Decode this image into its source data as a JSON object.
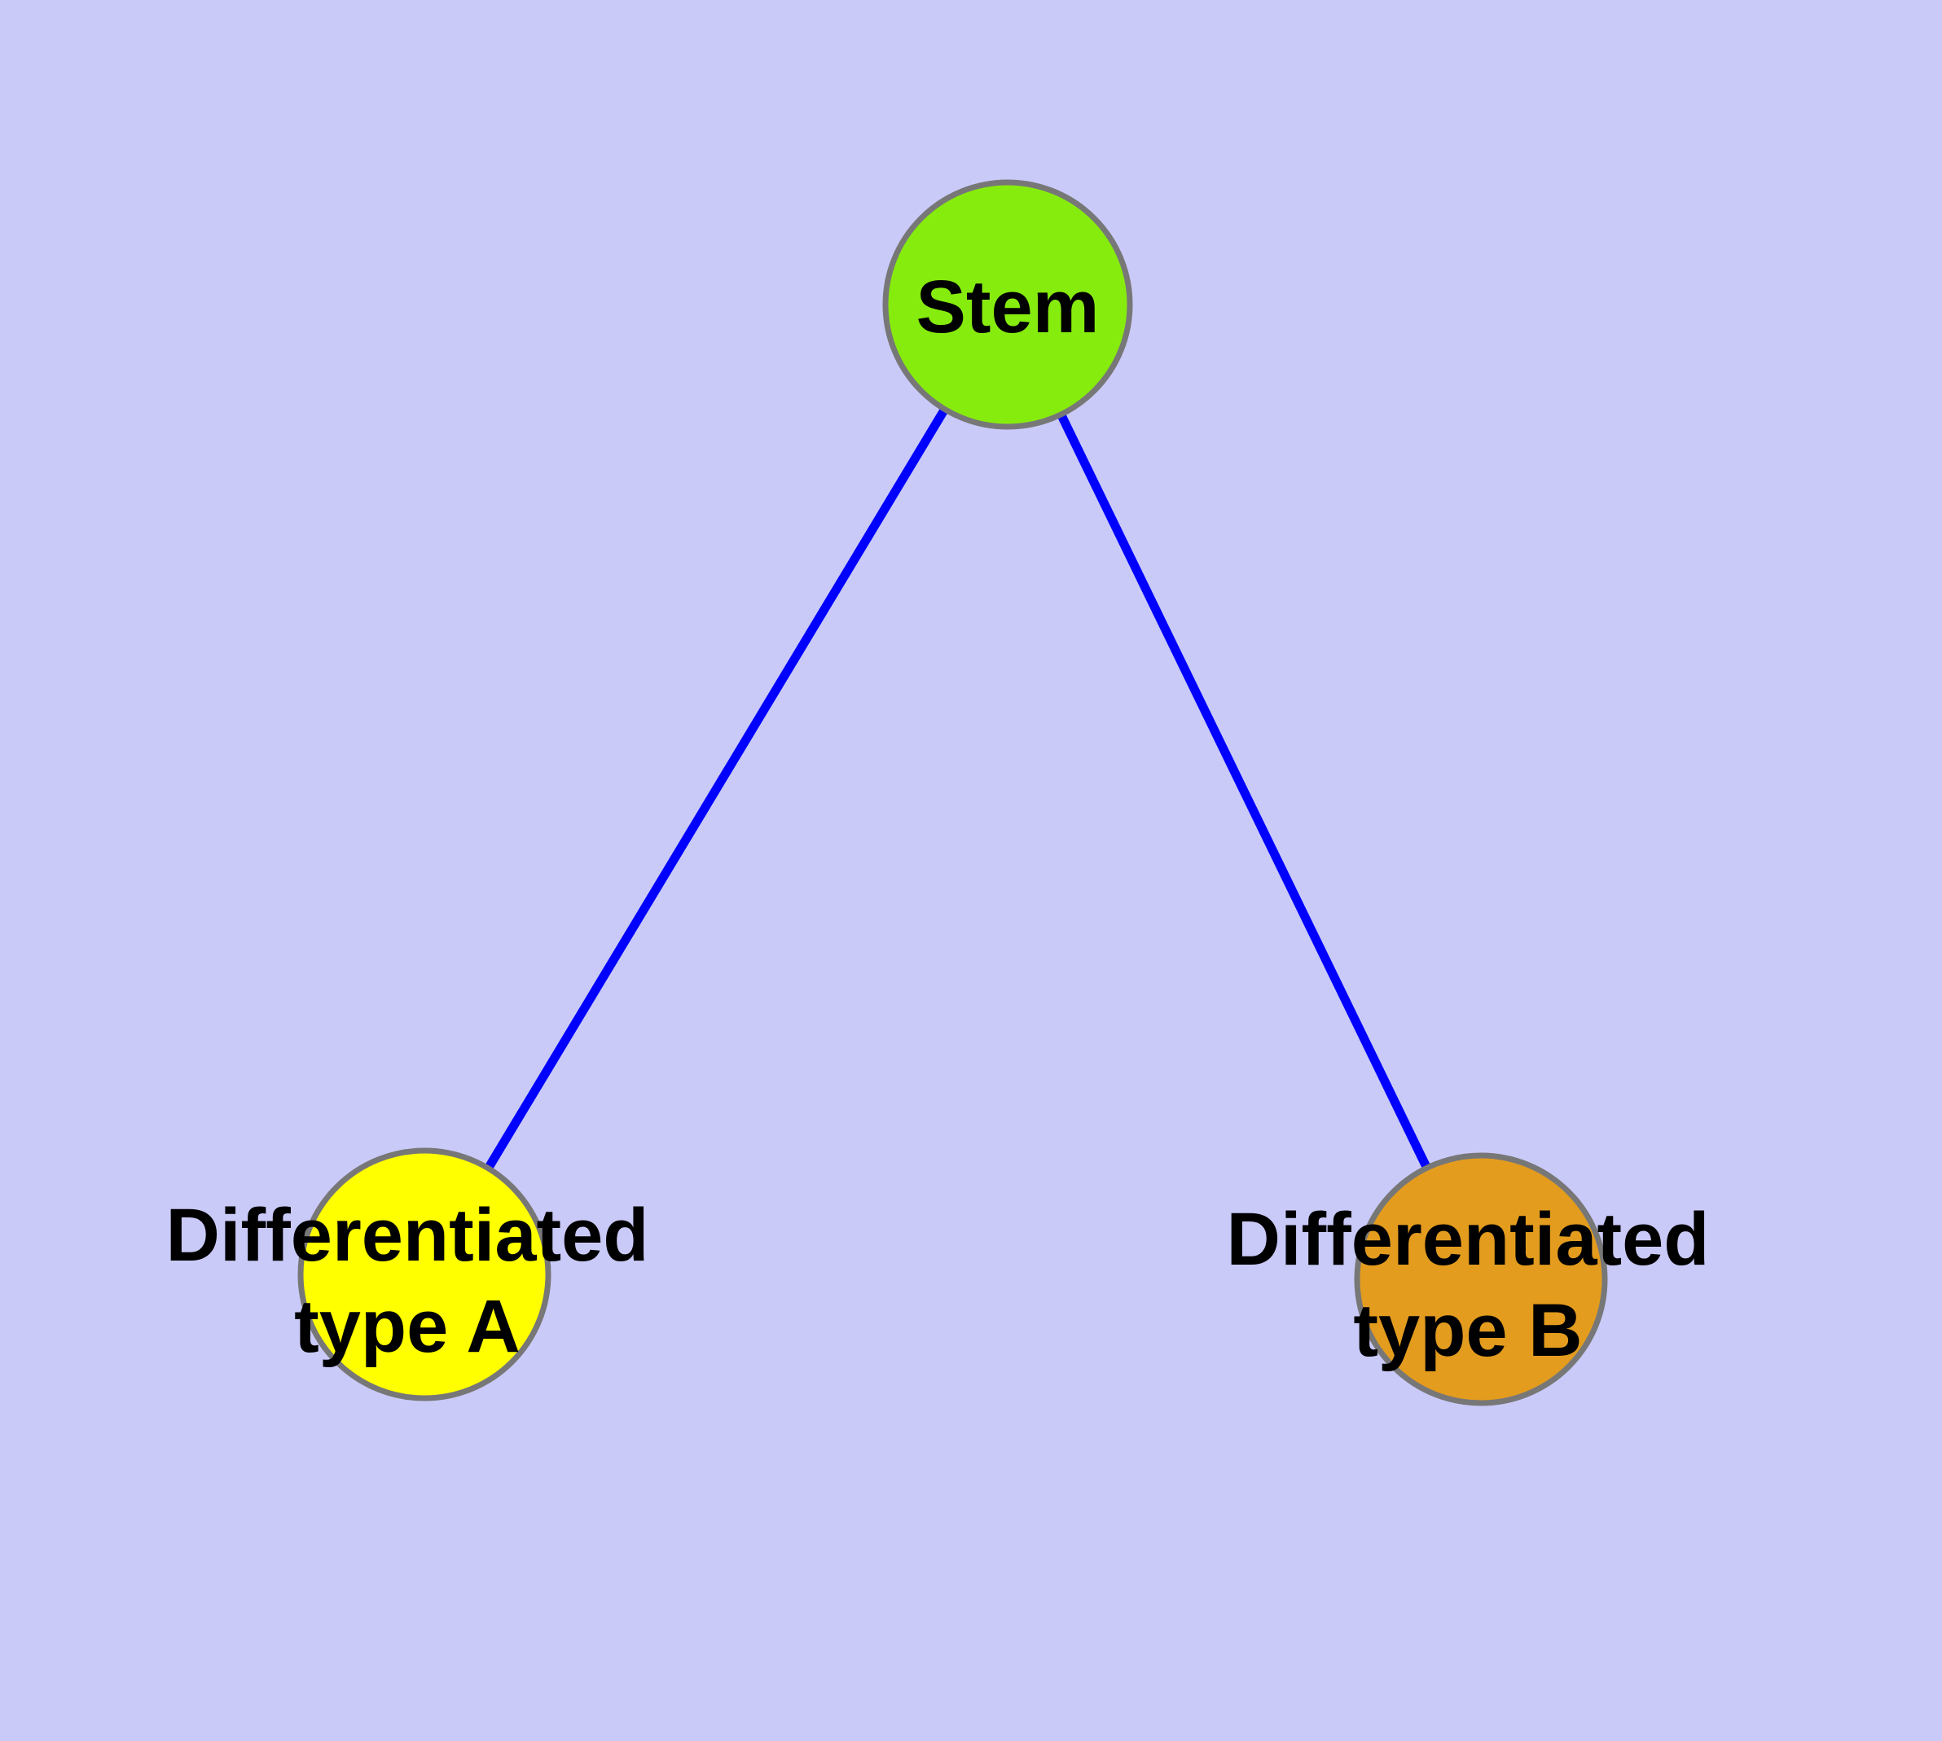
{
  "styles": {
    "background": "#cacaf9",
    "edge_color": "#0000ff",
    "node_border_color": "#777777",
    "label_color": "#000000"
  },
  "nodes": {
    "stem": {
      "label": "Stem",
      "fill": "#86ec0e"
    },
    "type_a": {
      "label_line1": "Differentiated",
      "label_line2": "type A",
      "fill": "#ffff00"
    },
    "type_b": {
      "label_line1": "Differentiated",
      "label_line2": "type B",
      "fill": "#e39c1e"
    }
  },
  "edges": [
    {
      "from": "Stem",
      "to": "Differentiated type A"
    },
    {
      "from": "Stem",
      "to": "Differentiated type B"
    }
  ]
}
